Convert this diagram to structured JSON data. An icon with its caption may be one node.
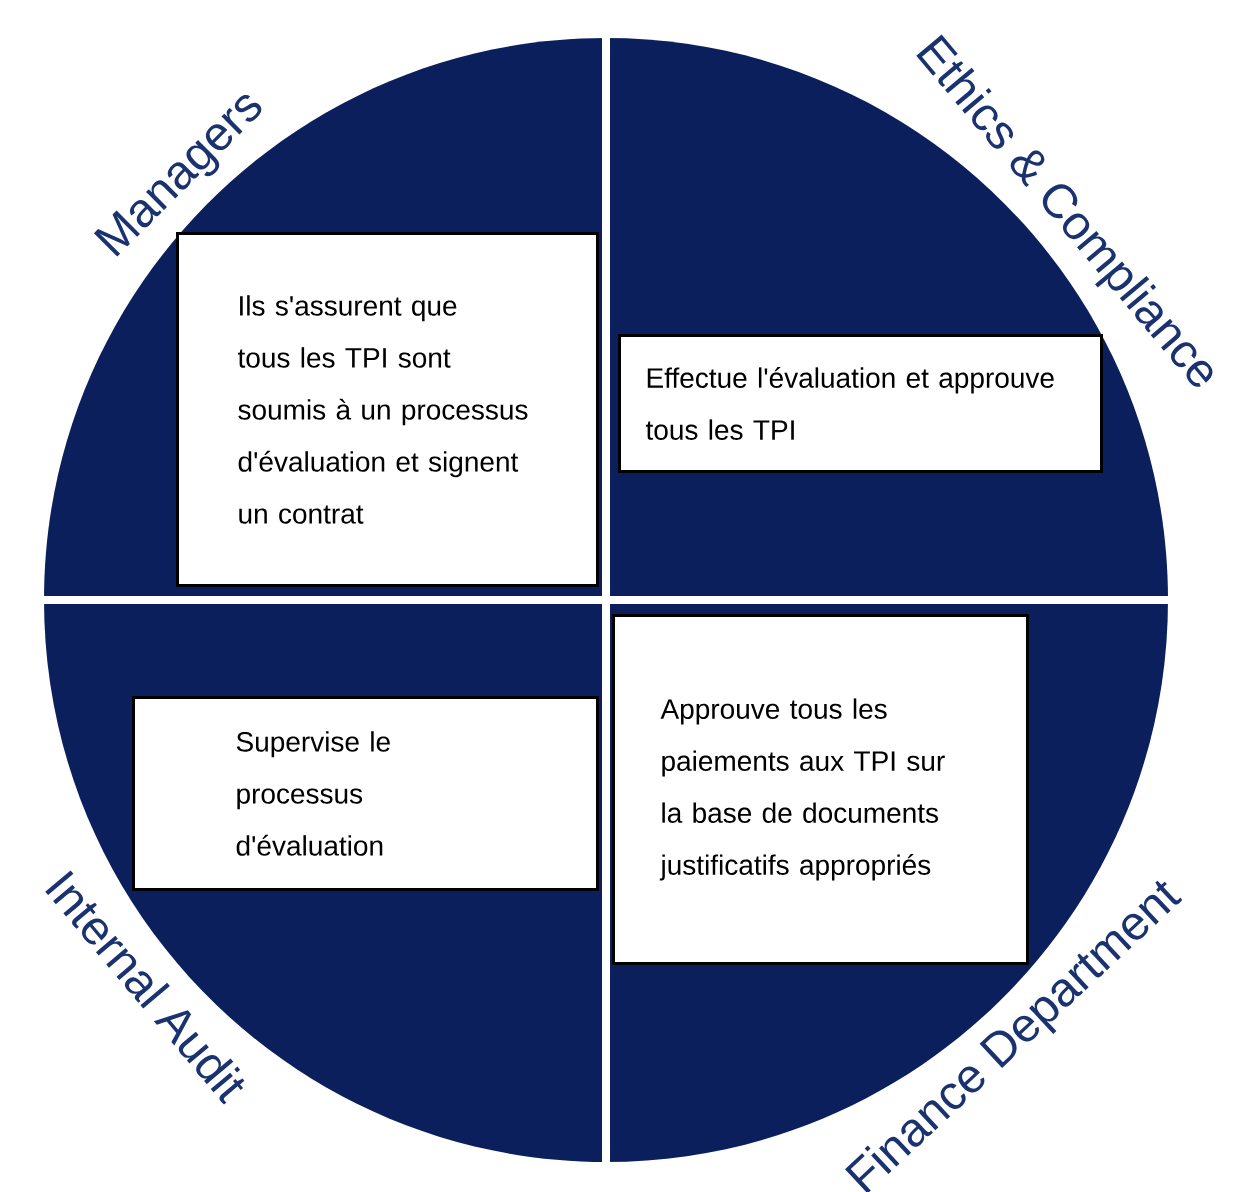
{
  "diagram": {
    "nodes": [
      {
        "text": [
          "Managers"
        ]
      },
      {
        "text": [
          "Ils s'assurent que tous les TPI sont soumis à un processus d'évaluation et signent un contrat"
        ],
        "in": 0
      },
      {
        "text": [
          "Ethics & Compliance"
        ]
      },
      {
        "text": [
          "Effectue l'évaluation et approuve tous les TPI"
        ],
        "in": 2
      },
      {
        "text": [
          "Internal Audit"
        ]
      },
      {
        "text": [
          "Supervise le processus d'évaluation"
        ],
        "in": 4
      },
      {
        "text": [
          "Finance Department"
        ]
      },
      {
        "text": [
          "Approuve tous les paiements aux TPI sur la base de documents justificatifs appropriés"
        ],
        "in": 6
      }
    ]
  }
}
